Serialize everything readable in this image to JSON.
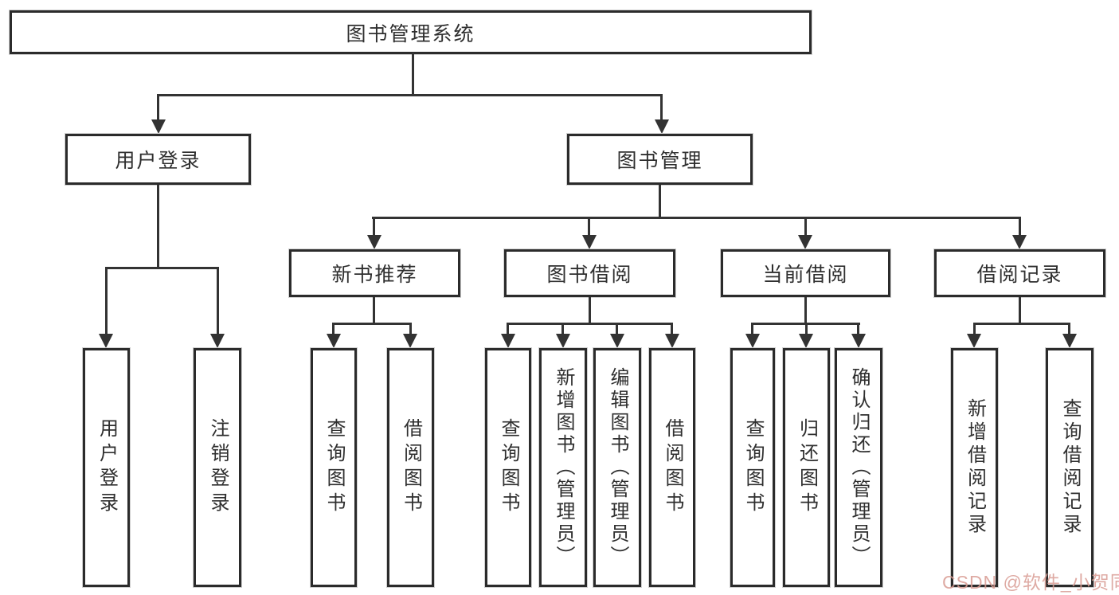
{
  "page": {
    "background": "#ffffff",
    "line_color": "#333333",
    "box_border_color": "#2b2b2b",
    "text_color": "#2f2f2f",
    "watermark": "CSDN @软件_小贺同学",
    "watermark_color": "#d99c93"
  },
  "tree": {
    "label": "图书管理系统",
    "children": [
      {
        "label": "用户登录",
        "children": [
          {
            "label": "用户登录"
          },
          {
            "label": "注销登录"
          }
        ]
      },
      {
        "label": "图书管理",
        "children": [
          {
            "label": "新书推荐",
            "children": [
              {
                "label": "查询图书"
              },
              {
                "label": "借阅图书"
              }
            ]
          },
          {
            "label": "图书借阅",
            "children": [
              {
                "label": "查询图书"
              },
              {
                "label": "新增图书（管理员）"
              },
              {
                "label": "编辑图书（管理员）"
              },
              {
                "label": "借阅图书"
              }
            ]
          },
          {
            "label": "当前借阅",
            "children": [
              {
                "label": "查询图书"
              },
              {
                "label": "归还图书"
              },
              {
                "label": "确认归还（管理员）"
              }
            ]
          },
          {
            "label": "借阅记录",
            "children": [
              {
                "label": "新增借阅记录"
              },
              {
                "label": "查询借阅记录"
              }
            ]
          }
        ]
      }
    ]
  }
}
